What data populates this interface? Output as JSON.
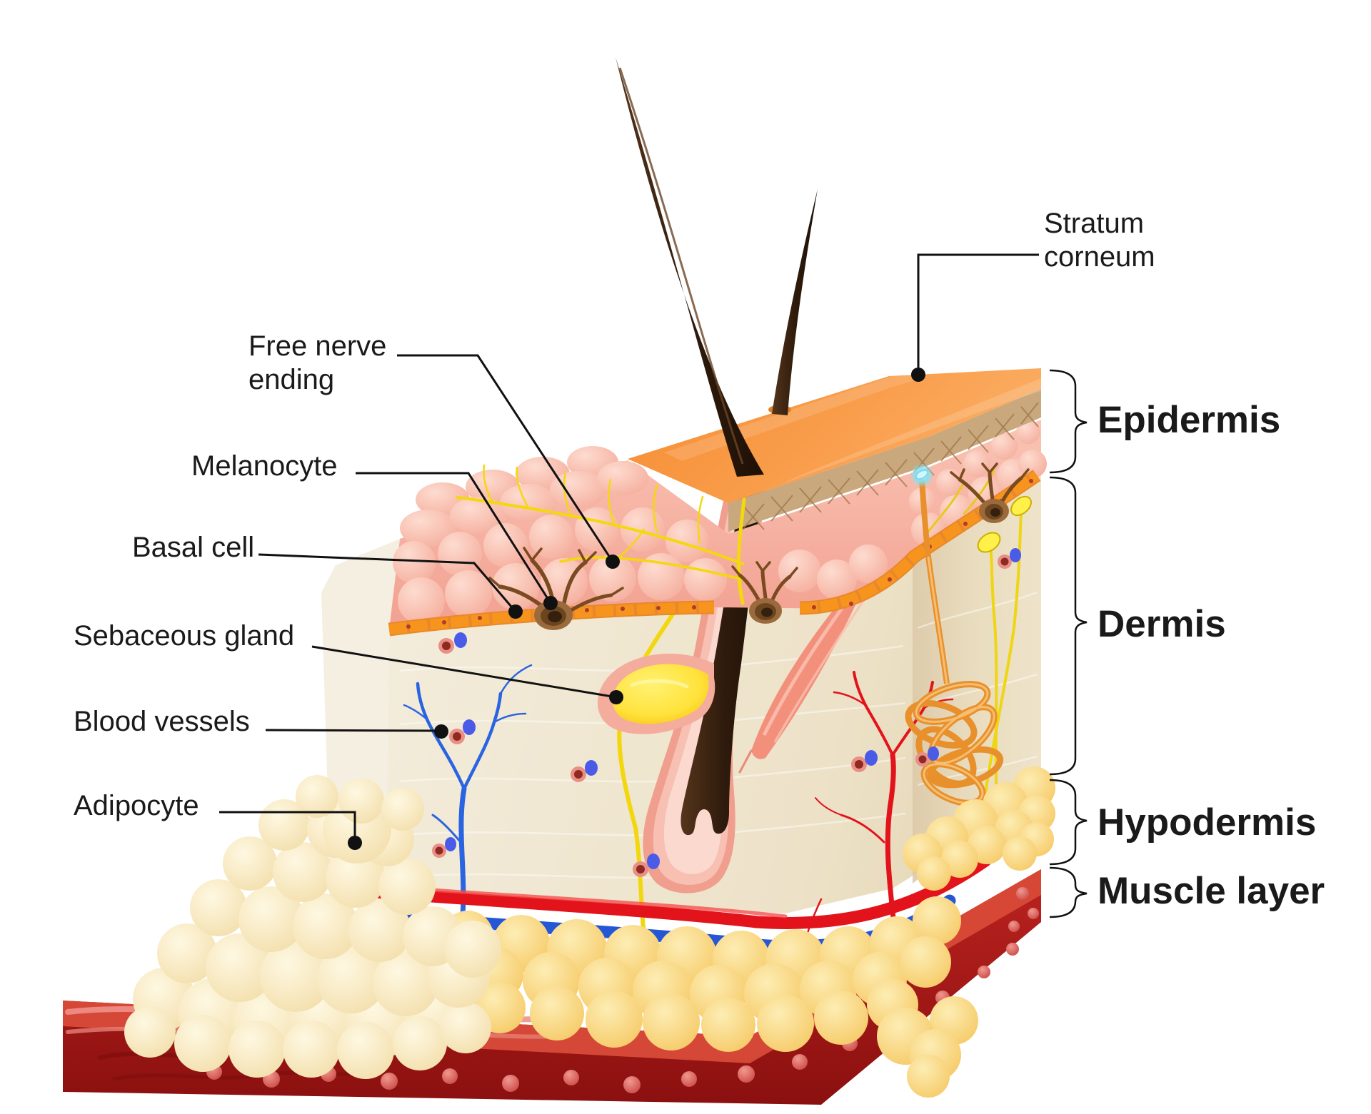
{
  "figure": {
    "subject": "Layers of human skin — anatomical cross-section",
    "kind": "medical illustration"
  },
  "labels": {
    "top_right": {
      "id": "stratum-corneum",
      "text": "Stratum\ncorneum"
    },
    "left": [
      {
        "id": "free-nerve-ending",
        "text": "Free nerve\nending"
      },
      {
        "id": "melanocyte",
        "text": "Melanocyte"
      },
      {
        "id": "basal-cell",
        "text": "Basal cell"
      },
      {
        "id": "sebaceous-gland",
        "text": "Sebaceous gland"
      },
      {
        "id": "blood-vessels",
        "text": "Blood vessels"
      },
      {
        "id": "adipocyte",
        "text": "Adipocyte"
      }
    ],
    "layers": [
      {
        "id": "epidermis",
        "text": "Epidermis"
      },
      {
        "id": "dermis",
        "text": "Dermis"
      },
      {
        "id": "hypodermis",
        "text": "Hypodermis"
      },
      {
        "id": "muscle-layer",
        "text": "Muscle layer"
      }
    ]
  },
  "colors": {
    "stratum_corneum_orange": "#F79843",
    "epidermis_pink": "#F7B3A3",
    "basal_cell_orange": "#F6941D",
    "dermis_beige": "#F0E8D4",
    "fat_yellow": "#F9D37A",
    "fat_cream": "#FBF0CB",
    "muscle_red": "#AE1C1C",
    "vein_blue": "#2B64E0",
    "artery_red": "#E3131B",
    "nerve_yellow": "#F4D80E",
    "hair_brown": "#2F1B0C",
    "leader_line": "#111111"
  }
}
